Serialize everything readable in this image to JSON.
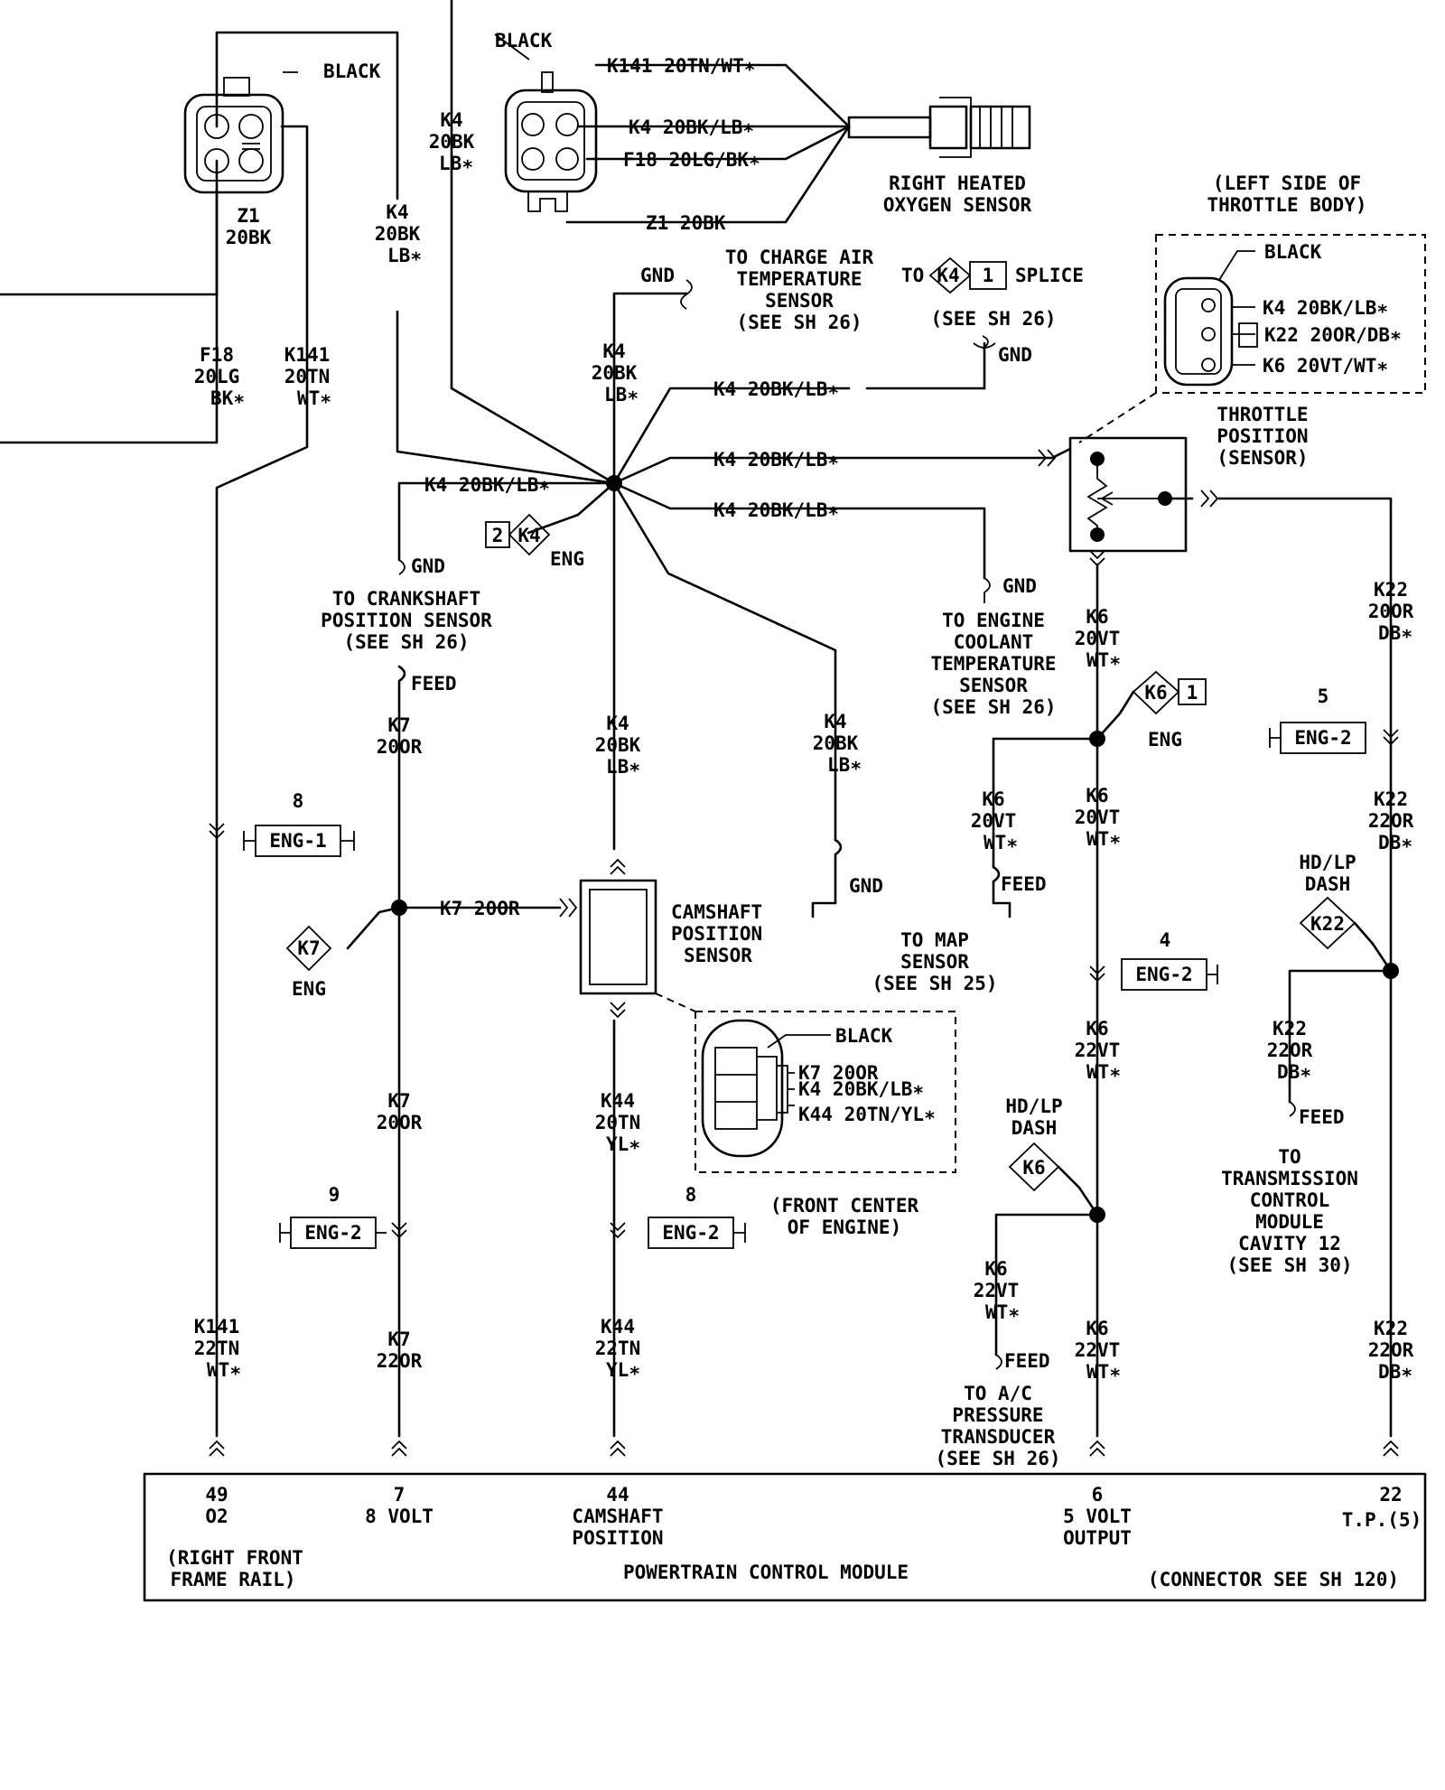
{
  "o2_connector": {
    "color": "BLACK",
    "z1": [
      "Z1",
      "20BK"
    ],
    "f18": [
      "F18",
      "20LG",
      "BK∗"
    ],
    "k141": [
      "K141",
      "20TN",
      "WT∗"
    ]
  },
  "o2_sensor": {
    "color": "BLACK",
    "name": [
      "RIGHT HEATED",
      "OXYGEN SENSOR"
    ],
    "pins": [
      "K141 20TN/WT∗",
      "K4 20BK/LB∗",
      "F18 20LG/BK∗",
      "Z1 20BK"
    ]
  },
  "k4_top_a": [
    "K4",
    "20BK",
    "LB∗"
  ],
  "k4_top_b": [
    "K4",
    "20BK",
    "LB∗"
  ],
  "k4_center": [
    "K4",
    "20BK",
    "LB∗"
  ],
  "charge_air": {
    "gnd": "GND",
    "text": [
      "TO CHARGE AIR",
      "TEMPERATURE",
      "SENSOR",
      "(SEE SH 26)"
    ]
  },
  "splice": {
    "to": "TO",
    "id": "K4",
    "num": "1",
    "word": "SPLICE",
    "see": "(SEE SH 26)",
    "gnd": "GND"
  },
  "throttle_conn": {
    "title": [
      "(LEFT SIDE OF",
      "THROTTLE BODY)"
    ],
    "color": "BLACK",
    "pins": [
      "K4 20BK/LB∗",
      "K22 20OR/DB∗",
      "K6 20VT/WT∗"
    ]
  },
  "tps": {
    "name": [
      "THROTTLE",
      "POSITION",
      "(SENSOR)"
    ]
  },
  "hub_lines": [
    "K4 20BK/LB∗",
    "K4 20BK/LB∗",
    "K4 20BK/LB∗",
    "K4 20BK/LB∗"
  ],
  "eng_k4": {
    "num": "2",
    "id": "K4",
    "label": "ENG"
  },
  "crank": {
    "gnd": "GND",
    "text": [
      "TO CRANKSHAFT",
      "POSITION SENSOR",
      "(SEE SH 26)"
    ],
    "feed": "FEED"
  },
  "k7_a": [
    "K7",
    "20OR"
  ],
  "k7_b": [
    "K7",
    "20OR"
  ],
  "k7_c": [
    "K7",
    "22OR"
  ],
  "k7_line": "K7 20OR",
  "eng_k7": {
    "id": "K7",
    "label": "ENG"
  },
  "eng1": {
    "num": "8",
    "label": "ENG-1"
  },
  "eng2_9": {
    "num": "9",
    "label": "ENG-2"
  },
  "eng2_8": {
    "num": "8",
    "label": "ENG-2"
  },
  "eng2_5": {
    "num": "5",
    "label": "ENG-2"
  },
  "eng2_4": {
    "num": "4",
    "label": "ENG-2"
  },
  "k4_mid_a": [
    "K4",
    "20BK",
    "LB∗"
  ],
  "k4_mid_b": [
    "K4",
    "20BK",
    "LB∗"
  ],
  "cam_sensor": {
    "name": [
      "CAMSHAFT",
      "POSITION",
      "SENSOR"
    ]
  },
  "cam_conn": {
    "color": "BLACK",
    "pins": [
      "K7 20OR",
      "K4 20BK/LB∗",
      "K44 20TN/YL∗"
    ],
    "loc": [
      "(FRONT CENTER",
      "OF ENGINE)"
    ]
  },
  "k44_a": [
    "K44",
    "20TN",
    "YL∗"
  ],
  "k44_b": [
    "K44",
    "22TN",
    "YL∗"
  ],
  "k141_b": [
    "K141",
    "22TN",
    "WT∗"
  ],
  "map": {
    "gnd": "GND",
    "feed": "FEED",
    "text": [
      "TO MAP",
      "SENSOR",
      "(SEE SH 25)"
    ]
  },
  "coolant": {
    "gnd": "GND",
    "text": [
      "TO ENGINE",
      "COOLANT",
      "TEMPERATURE",
      "SENSOR",
      "(SEE SH 26)"
    ]
  },
  "k6_a": [
    "K6",
    "20VT",
    "WT∗"
  ],
  "k6_b": [
    "K6",
    "20VT",
    "WT∗"
  ],
  "k6_c": [
    "K6",
    "20VT",
    "WT∗"
  ],
  "k6_d": [
    "K6",
    "22VT",
    "WT∗"
  ],
  "k6_e": [
    "K6",
    "22VT",
    "WT∗"
  ],
  "k6_f": [
    "K6",
    "22VT",
    "WT∗"
  ],
  "eng_k6": {
    "id": "K6",
    "num": "1",
    "label": "ENG"
  },
  "hdlp_k6": {
    "label": [
      "HD/LP",
      "DASH"
    ],
    "id": "K6"
  },
  "ac": {
    "feed": "FEED",
    "text": [
      "TO A/C",
      "PRESSURE",
      "TRANSDUCER",
      "(SEE SH 26)"
    ]
  },
  "k22_a": [
    "K22",
    "20OR",
    "DB∗"
  ],
  "k22_b": [
    "K22",
    "22OR",
    "DB∗"
  ],
  "k22_c": [
    "K22",
    "22OR",
    "DB∗"
  ],
  "k22_d": [
    "K22",
    "22OR",
    "DB∗"
  ],
  "hdlp_k22": {
    "label": [
      "HD/LP",
      "DASH"
    ],
    "id": "K22"
  },
  "tcm": {
    "feed": "FEED",
    "text": [
      "TO",
      "TRANSMISSION",
      "CONTROL",
      "MODULE",
      "CAVITY 12",
      "(SEE SH 30)"
    ]
  },
  "pcm": {
    "name": "POWERTRAIN CONTROL MODULE",
    "loc": [
      "(RIGHT FRONT",
      "FRAME RAIL)"
    ],
    "connector": "(CONNECTOR SEE SH 120)",
    "pins": [
      {
        "num": "49",
        "lines": [
          "O2"
        ]
      },
      {
        "num": "7",
        "lines": [
          "8 VOLT"
        ]
      },
      {
        "num": "44",
        "lines": [
          "CAMSHAFT",
          "POSITION"
        ]
      },
      {
        "num": "6",
        "lines": [
          "5 VOLT",
          "OUTPUT"
        ]
      },
      {
        "num": "22",
        "lines": [
          "T.P.(5)"
        ]
      }
    ]
  }
}
